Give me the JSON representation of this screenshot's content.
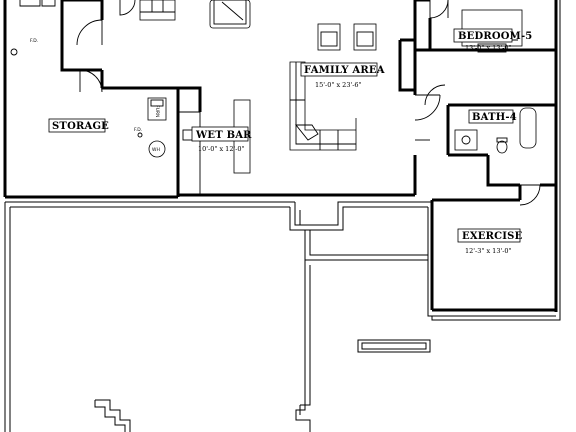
{
  "rooms": {
    "bedroom5": {
      "name": "BEDROOM-5",
      "dims": "13'-0\" x 13'-0\""
    },
    "family_area": {
      "name": "FAMILY AREA",
      "dims": "15'-0\" x 23'-6\""
    },
    "bath4": {
      "name": "BATH-4"
    },
    "storage": {
      "name": "STORAGE"
    },
    "wet_bar": {
      "name": "WET BAR",
      "dims": "10'-0\" x 12'-0\""
    },
    "exercise": {
      "name": "EXERCISE",
      "dims": "12'-3\" x 13'-0\""
    }
  },
  "fixtures": {
    "furnace": "FURN",
    "water_heater": "WH",
    "floor_drain_1": "F.D.",
    "floor_drain_2": "F.D."
  }
}
